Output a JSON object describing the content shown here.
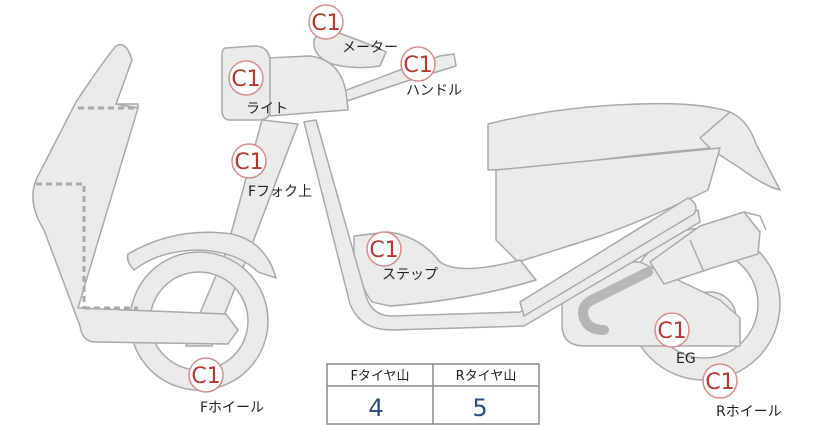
{
  "parts": [
    {
      "id": "meter",
      "grade": "C1",
      "label": "メーター"
    },
    {
      "id": "handle",
      "grade": "C1",
      "label": "ハンドル"
    },
    {
      "id": "light",
      "grade": "C1",
      "label": "ライト"
    },
    {
      "id": "front-fork",
      "grade": "C1",
      "label": "Fフォク上"
    },
    {
      "id": "step",
      "grade": "C1",
      "label": "ステップ"
    },
    {
      "id": "engine",
      "grade": "C1",
      "label": "EG"
    },
    {
      "id": "front-wheel",
      "grade": "C1",
      "label": "Fホイール"
    },
    {
      "id": "rear-wheel",
      "grade": "C1",
      "label": "Rホイール"
    }
  ],
  "tread_table": {
    "headers": [
      "Fタイヤ山",
      "Rタイヤ山"
    ],
    "values": [
      "4",
      "5"
    ]
  },
  "colors": {
    "badge_text": "#b03a33",
    "badge_border": "#d28f8b",
    "tread_value": "#2d4d7e",
    "part_fill": "#ebebea",
    "part_stroke": "#a9a9a7"
  }
}
